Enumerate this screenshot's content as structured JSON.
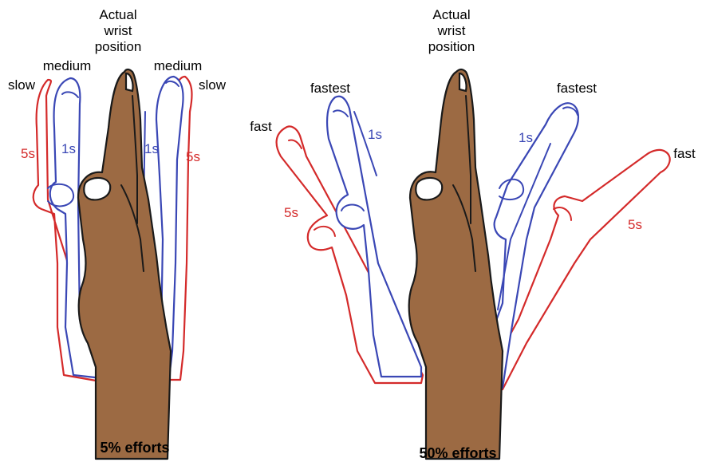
{
  "colors": {
    "slow_outline": "#d42a2a",
    "fast_outline": "#3a47b5",
    "actual_hand": "#9c6a43",
    "text": "#000000"
  },
  "left_panel": {
    "title_lines": [
      "Actual",
      "wrist",
      "position"
    ],
    "label_medium_left": "medium",
    "label_medium_right": "medium",
    "label_slow_left": "slow",
    "label_slow_right": "slow",
    "label_5s_left": "5s",
    "label_5s_right": "5s",
    "label_1s_left": "1s",
    "label_1s_right": "1s",
    "caption": "5% efforts"
  },
  "right_panel": {
    "title_lines": [
      "Actual",
      "wrist",
      "position"
    ],
    "label_fastest_left": "fastest",
    "label_fastest_right": "fastest",
    "label_fast_left": "fast",
    "label_fast_right": "fast",
    "label_1s_left": "1s",
    "label_1s_right": "1s",
    "label_5s_left": "5s",
    "label_5s_right": "5s",
    "caption": "50% efforts"
  }
}
